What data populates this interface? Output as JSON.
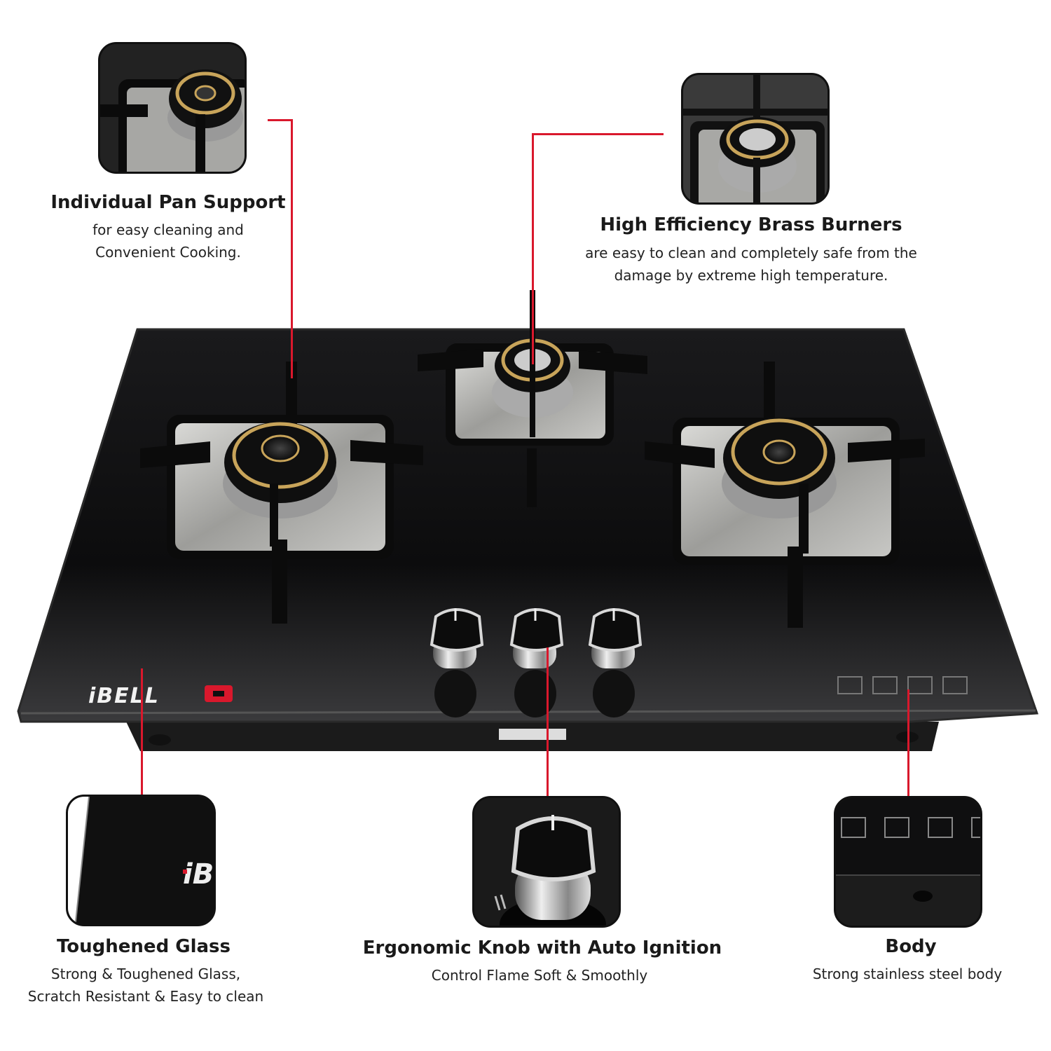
{
  "brand": {
    "logo_text": "iBELL"
  },
  "features": [
    {
      "id": "pan-support",
      "title": "Individual Pan Support",
      "desc": [
        "for easy cleaning and",
        "Convenient Cooking."
      ]
    },
    {
      "id": "brass-burners",
      "title": "High Efficiency Brass Burners",
      "desc": [
        "are easy to clean and completely safe from the",
        "damage by extreme high temperature."
      ]
    },
    {
      "id": "toughened-glass",
      "title": "Toughened Glass",
      "desc": [
        "Strong & Toughened Glass,",
        "Scratch Resistant & Easy to clean"
      ]
    },
    {
      "id": "knob",
      "title": "Ergonomic Knob with Auto Ignition",
      "desc": [
        "Control Flame Soft & Smoothly"
      ]
    },
    {
      "id": "body",
      "title": "Body",
      "desc": [
        "Strong stainless steel body"
      ]
    }
  ],
  "colors": {
    "accent_line": "#d9182c",
    "glass": "#0f0f10",
    "steel": "#b9b9b6",
    "brass": "#c8a45a"
  },
  "icons": [
    "pan-support-icon",
    "burner-icon",
    "glass-edge-icon",
    "knob-icon",
    "safety-symbols-icon"
  ]
}
